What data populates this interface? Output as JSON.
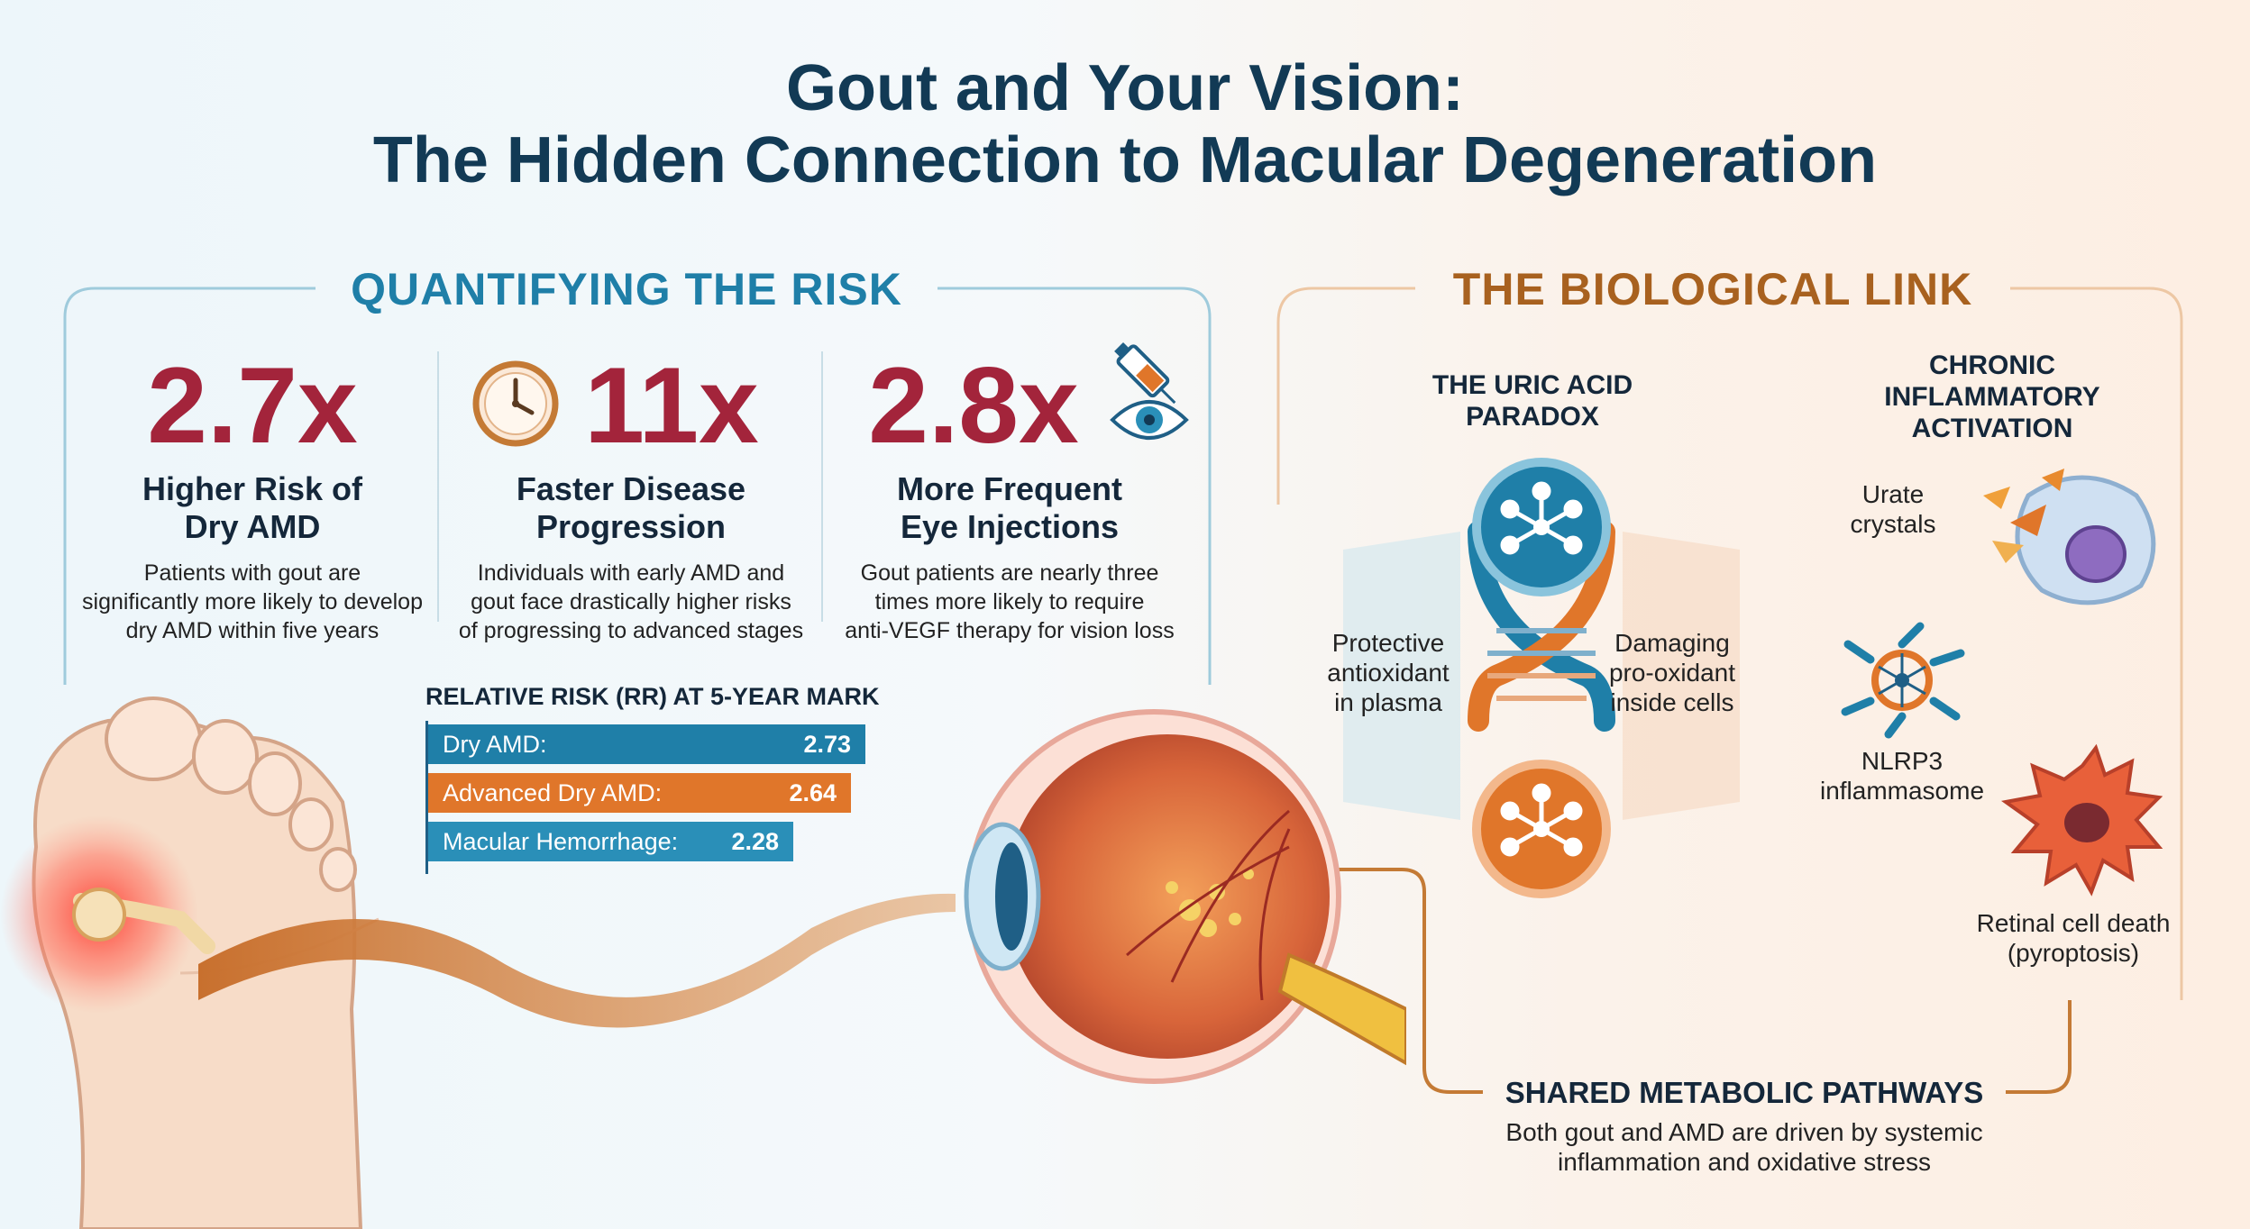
{
  "title": {
    "line1": "Gout and Your Vision:",
    "line2": "The Hidden Connection to Macular Degeneration"
  },
  "colors": {
    "navy": "#123a55",
    "teal": "#1f7fa8",
    "orange": "#e0762a",
    "brown_heading": "#a8611f",
    "stat_red": "#a3243b"
  },
  "risk": {
    "heading": "QUANTIFYING THE RISK",
    "stats": [
      {
        "value": "2.7x",
        "head1": "Higher Risk of",
        "head2": "Dry AMD",
        "desc1": "Patients with gout are",
        "desc2": "significantly more likely to develop",
        "desc3": "dry AMD within five years",
        "icon": "none"
      },
      {
        "value": "11x",
        "head1": "Faster Disease",
        "head2": "Progression",
        "desc1": "Individuals with early AMD and",
        "desc2": "gout face drastically higher risks",
        "desc3": "of progressing to advanced stages",
        "icon": "clock-icon"
      },
      {
        "value": "2.8x",
        "head1": "More Frequent",
        "head2": "Eye Injections",
        "desc1": "Gout patients are nearly three",
        "desc2": "times more likely to require",
        "desc3": "anti-VEGF therapy for vision loss",
        "icon": "syringe-eye-icon"
      }
    ]
  },
  "chart_data": {
    "type": "bar",
    "title": "RELATIVE RISK (RR) AT 5-YEAR MARK",
    "categories": [
      "Dry AMD:",
      "Advanced Dry AMD:",
      "Macular Hemorrhage:"
    ],
    "values": [
      2.73,
      2.64,
      2.28
    ],
    "value_labels": [
      "2.73",
      "2.64",
      "2.28"
    ],
    "colors": [
      "#1f7fa8",
      "#e0762a",
      "#2a8fb8"
    ],
    "orientation": "horizontal",
    "grid": false
  },
  "bio": {
    "heading": "THE BIOLOGICAL LINK",
    "paradox": {
      "head1": "THE URIC ACID",
      "head2": "PARADOX",
      "left1": "Protective",
      "left2": "antioxidant",
      "left3": "in plasma",
      "right1": "Damaging",
      "right2": "pro-oxidant",
      "right3": "inside cells"
    },
    "inflammation": {
      "head1": "CHRONIC",
      "head2": "INFLAMMATORY",
      "head3": "ACTIVATION",
      "urate1": "Urate",
      "urate2": "crystals",
      "nlrp1": "NLRP3",
      "nlrp2": "inflammasome",
      "death1": "Retinal cell death",
      "death2": "(pyroptosis)"
    }
  },
  "shared": {
    "heading": "SHARED METABOLIC PATHWAYS",
    "desc1": "Both gout and AMD are driven by systemic",
    "desc2": "inflammation and oxidative stress"
  }
}
